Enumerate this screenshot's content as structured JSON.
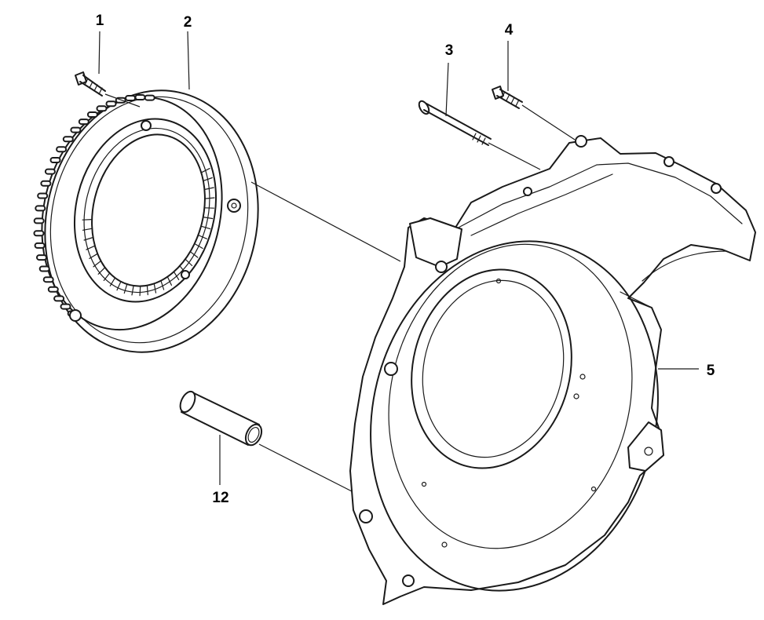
{
  "callouts": {
    "c1": "1",
    "c2": "2",
    "c3": "3",
    "c4": "4",
    "c5": "5",
    "c12": "12"
  },
  "colors": {
    "line": "#1a1a1a",
    "background": "#ffffff"
  }
}
